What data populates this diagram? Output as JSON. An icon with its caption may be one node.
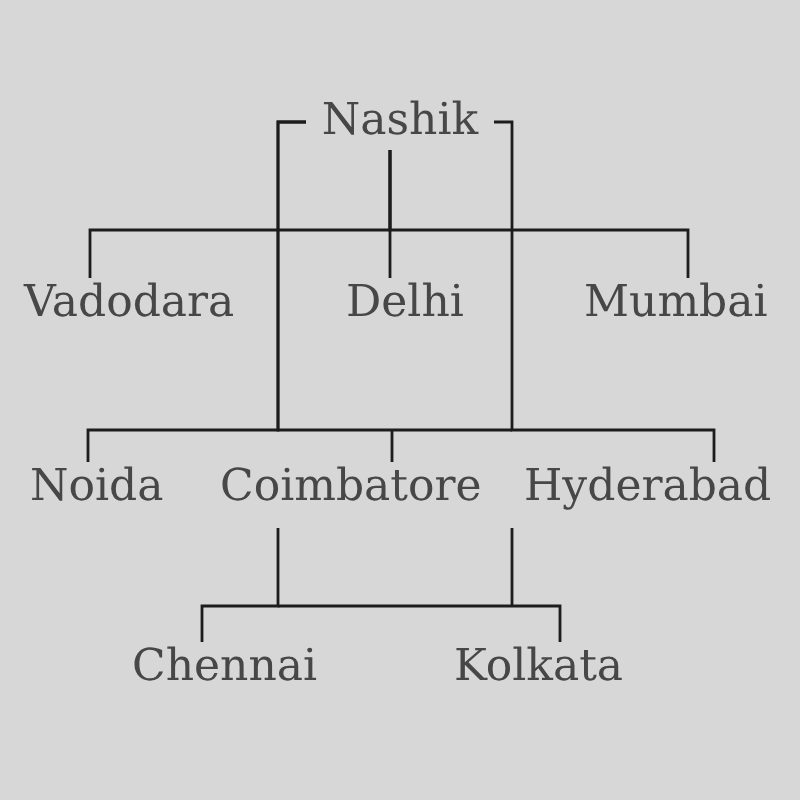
{
  "diagram": {
    "nodes": [
      {
        "text": [
          "Nashik"
        ]
      },
      {
        "text": [
          "Vadodara"
        ]
      },
      {
        "text": [
          "Delhi"
        ]
      },
      {
        "text": [
          "Mumbai"
        ]
      },
      {
        "text": [
          "Noida"
        ]
      },
      {
        "text": [
          "Coimbatore"
        ]
      },
      {
        "text": [
          "Hyderabad"
        ]
      },
      {
        "text": [
          "Chennai"
        ]
      },
      {
        "text": [
          "Kolkata"
        ]
      }
    ],
    "edges": [
      {
        "from": 0,
        "to": 1,
        "arrow": "none"
      },
      {
        "from": 0,
        "to": 2,
        "arrow": "none"
      },
      {
        "from": 0,
        "to": 3,
        "arrow": "none"
      },
      {
        "from": 0,
        "to": 4,
        "arrow": "none"
      },
      {
        "from": 0,
        "to": 5,
        "arrow": "none"
      },
      {
        "from": 0,
        "to": 6,
        "arrow": "none"
      },
      {
        "from": 5,
        "to": 7,
        "arrow": "none"
      },
      {
        "from": 5,
        "to": 8,
        "arrow": "none"
      }
    ]
  }
}
